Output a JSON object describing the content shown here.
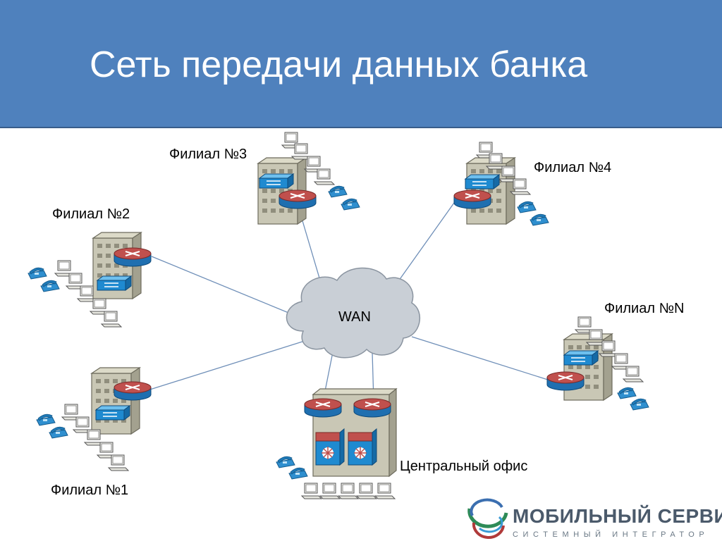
{
  "slide": {
    "title": "Сеть передачи данных банка"
  },
  "cloud": {
    "label": "WAN"
  },
  "nodes": {
    "branch1": {
      "label": "Филиал №1"
    },
    "branch2": {
      "label": "Филиал №2"
    },
    "branch3": {
      "label": "Филиал №3"
    },
    "branch4": {
      "label": "Филиал №4"
    },
    "branchN": {
      "label": "Филиал №N"
    },
    "central": {
      "label": "Центральный офис"
    }
  },
  "logo": {
    "name": "МОБИЛЬНЫЙ СЕРВИС",
    "tagline": "СИСТЕМНЫЙ ИНТЕГРАТОР"
  },
  "colors": {
    "header": "#4f81bd",
    "router": "#c0504d",
    "switch": "#1f8ad0",
    "cloud": "#c9cfd6",
    "link": "#6f8fb8"
  }
}
